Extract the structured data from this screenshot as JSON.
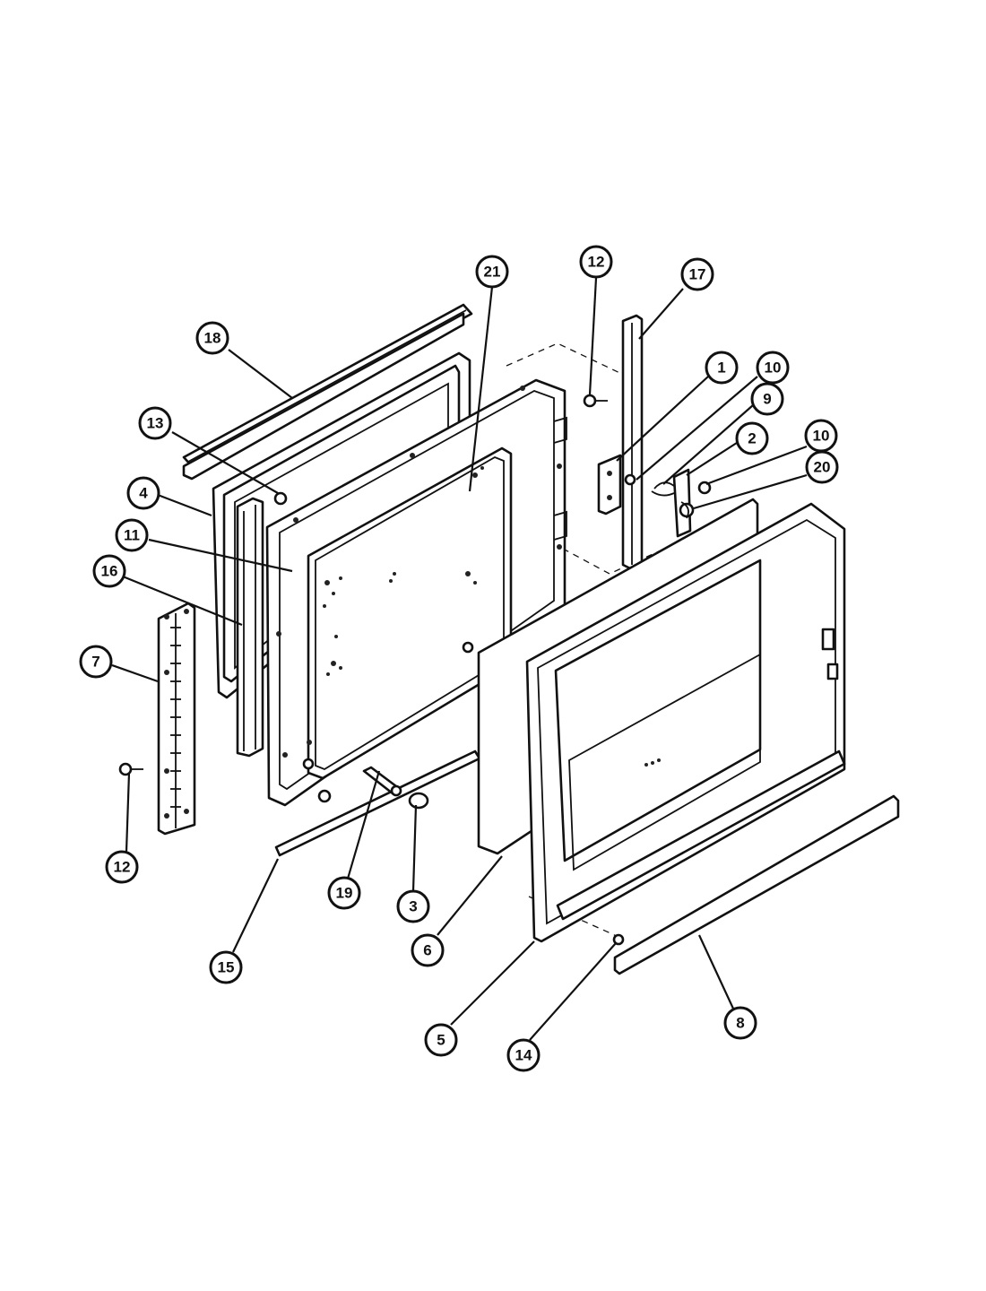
{
  "diagram": {
    "callouts": [
      {
        "id": "c21",
        "label": "21"
      },
      {
        "id": "c12a",
        "label": "12"
      },
      {
        "id": "c17",
        "label": "17"
      },
      {
        "id": "c18",
        "label": "18"
      },
      {
        "id": "c1",
        "label": "1"
      },
      {
        "id": "c10a",
        "label": "10"
      },
      {
        "id": "c9",
        "label": "9"
      },
      {
        "id": "c13",
        "label": "13"
      },
      {
        "id": "c2",
        "label": "2"
      },
      {
        "id": "c10b",
        "label": "10"
      },
      {
        "id": "c20",
        "label": "20"
      },
      {
        "id": "c4",
        "label": "4"
      },
      {
        "id": "c11",
        "label": "11"
      },
      {
        "id": "c16",
        "label": "16"
      },
      {
        "id": "c7",
        "label": "7"
      },
      {
        "id": "c12b",
        "label": "12"
      },
      {
        "id": "c19",
        "label": "19"
      },
      {
        "id": "c3",
        "label": "3"
      },
      {
        "id": "c6",
        "label": "6"
      },
      {
        "id": "c15",
        "label": "15"
      },
      {
        "id": "c8",
        "label": "8"
      },
      {
        "id": "c5",
        "label": "5"
      },
      {
        "id": "c14",
        "label": "14"
      }
    ]
  }
}
